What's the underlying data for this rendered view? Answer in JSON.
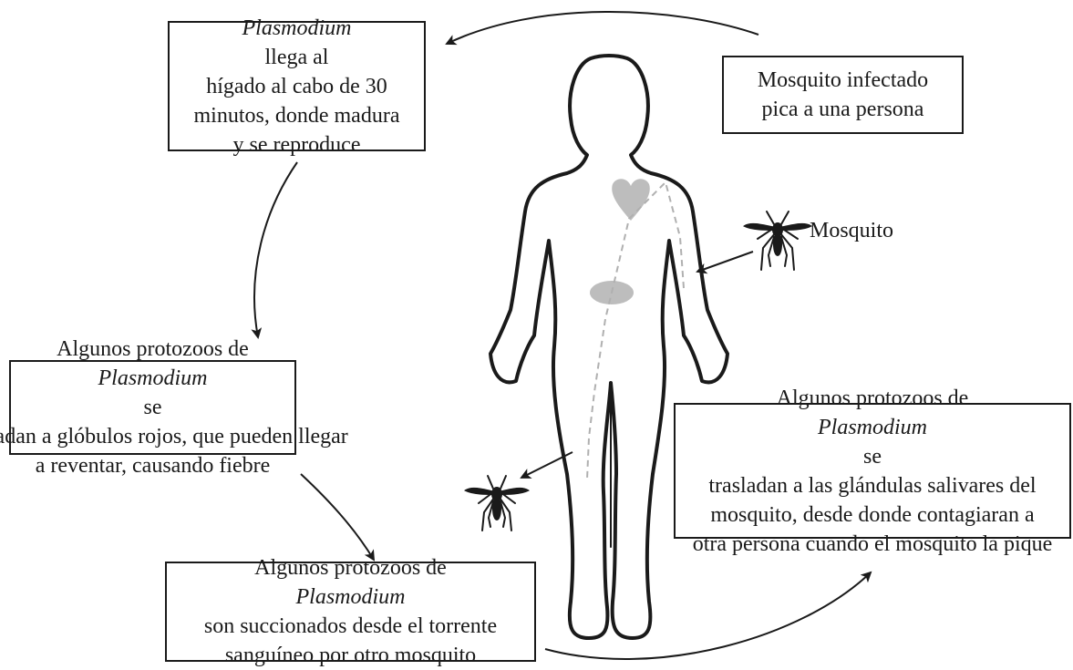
{
  "boxes": {
    "liver": {
      "lines": [
        [
          "",
          "Plasmodium",
          " llega al"
        ],
        [
          "hígado al cabo de 30"
        ],
        [
          "minutos, donde madura"
        ],
        [
          "y se reproduce"
        ]
      ]
    },
    "bite": {
      "lines": [
        [
          "Mosquito infectado"
        ],
        [
          "pica a una persona"
        ]
      ]
    },
    "rbc": {
      "lines": [
        [
          "Algunos protozoos de ",
          "Plasmodium",
          " se"
        ],
        [
          "trasladan a glóbulos rojos, que pueden llegar"
        ],
        [
          "a reventar, causando fiebre"
        ]
      ]
    },
    "salivary": {
      "lines": [
        [
          "Algunos protozoos de ",
          "Plasmodium",
          " se"
        ],
        [
          "trasladan a las glándulas salivares del"
        ],
        [
          "mosquito, desde donde contagiaran a"
        ],
        [
          "otra persona cuando el mosquito la pique"
        ]
      ]
    },
    "suck": {
      "lines": [
        [
          "Algunos protozoos de ",
          "Plasmodium"
        ],
        [
          "son succionados desde el torrente"
        ],
        [
          "sanguíneo por otro mosquito"
        ]
      ]
    }
  },
  "mosquito_label": "Mosquito",
  "icons": [
    "human-body-outline-icon",
    "heart-icon",
    "liver-icon",
    "mosquito-icon"
  ],
  "colors": {
    "line": "#1a1a1a",
    "organ": "#bdbdbd",
    "dashed_path": "#b0b0b0"
  }
}
